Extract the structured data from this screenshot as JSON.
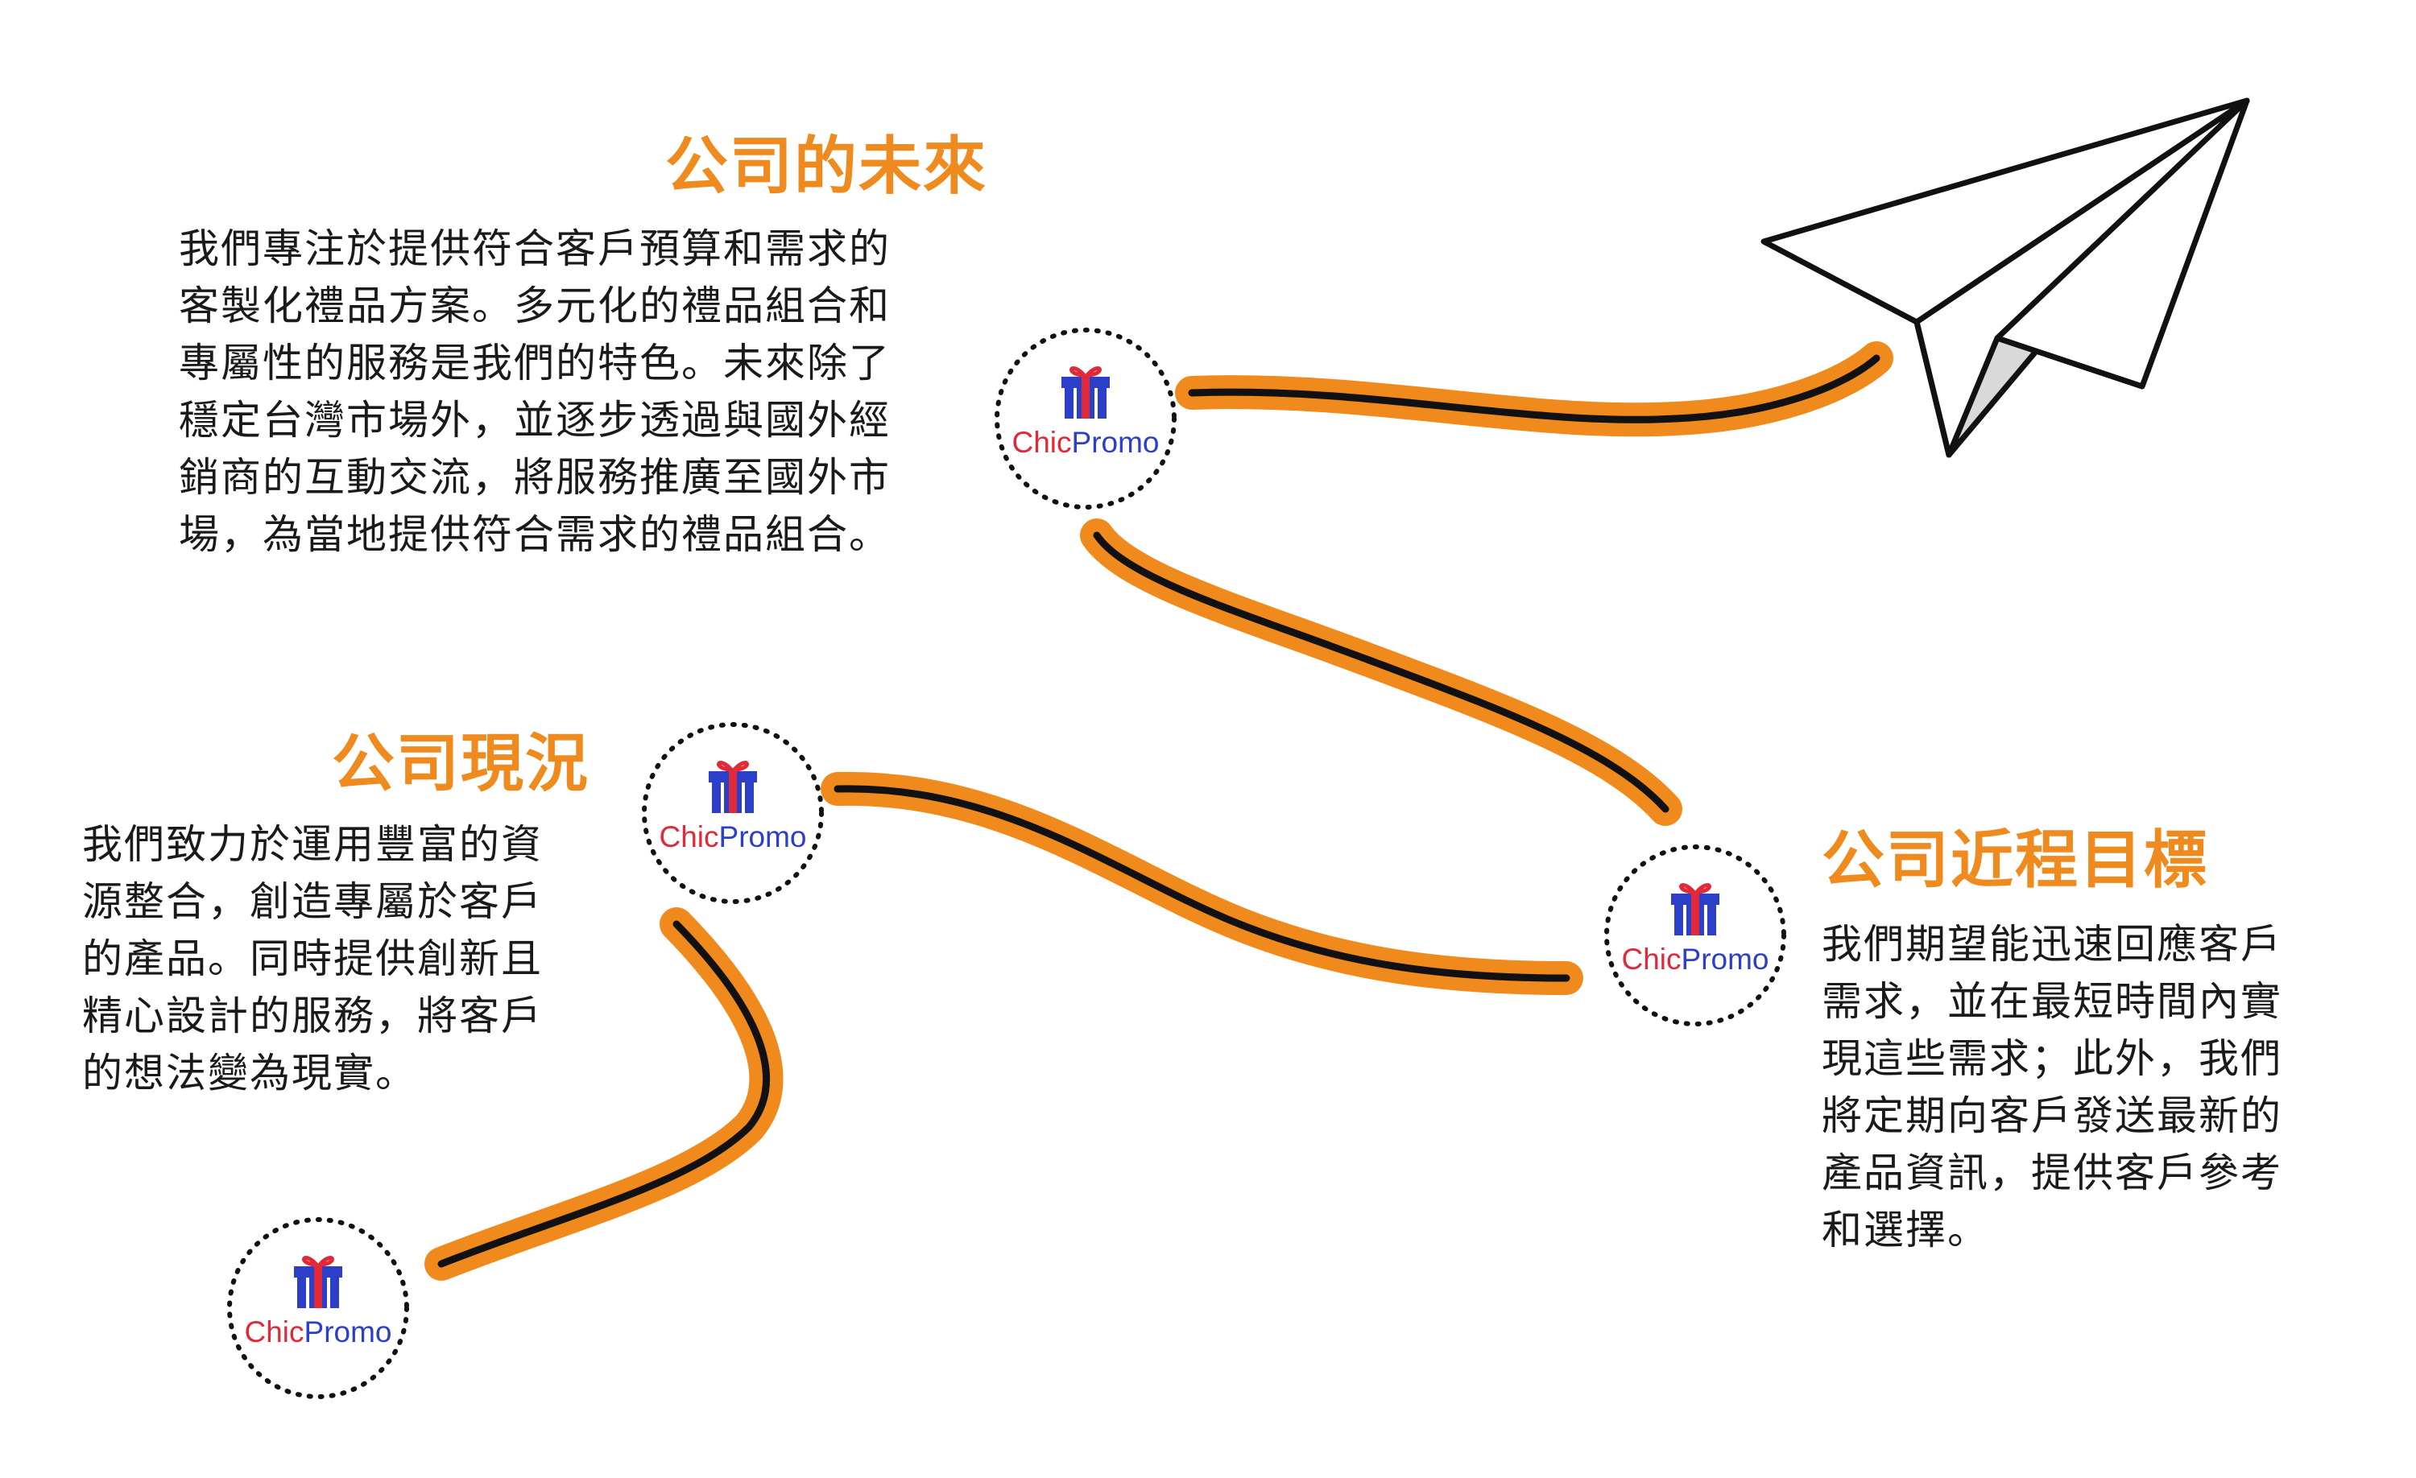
{
  "colors": {
    "accent": "#ee8a1e",
    "path_stroke": "#f08a1c",
    "text": "#1a1a1a",
    "logo_chic": "#e02a3a",
    "logo_promo": "#2c3fc9",
    "gift": "#2c3fc9",
    "ribbon": "#e02a3a"
  },
  "brand": {
    "chic": "Chic",
    "promo": "Promo"
  },
  "sections": {
    "future": {
      "title": "公司的未來",
      "lines": [
        "我們專注於提供符合客戶預算和需求的",
        "客製化禮品方案。多元化的禮品組合和",
        "專屬性的服務是我們的特色。未來除了",
        "穩定台灣市場外，並逐步透過與國外經",
        "銷商的互動交流，將服務推廣至國外市",
        "場，為當地提供符合需求的禮品組合。"
      ]
    },
    "current": {
      "title": "公司現況",
      "lines": [
        "我們致力於運用豐富的資",
        "源整合，創造專屬於客戶",
        "的產品。同時提供創新且",
        "精心設計的服務，將客戶",
        "的想法變為現實。"
      ]
    },
    "near_goal": {
      "title": "公司近程目標",
      "lines": [
        "我們期望能迅速回應客戶",
        "需求，並在最短時間內實",
        "現這些需求；此外，我們",
        "將定期向客戶發送最新的",
        "產品資訊，提供客戶參考",
        "和選擇。"
      ]
    }
  },
  "icons": [
    "paper-plane-icon",
    "gift-icon"
  ]
}
